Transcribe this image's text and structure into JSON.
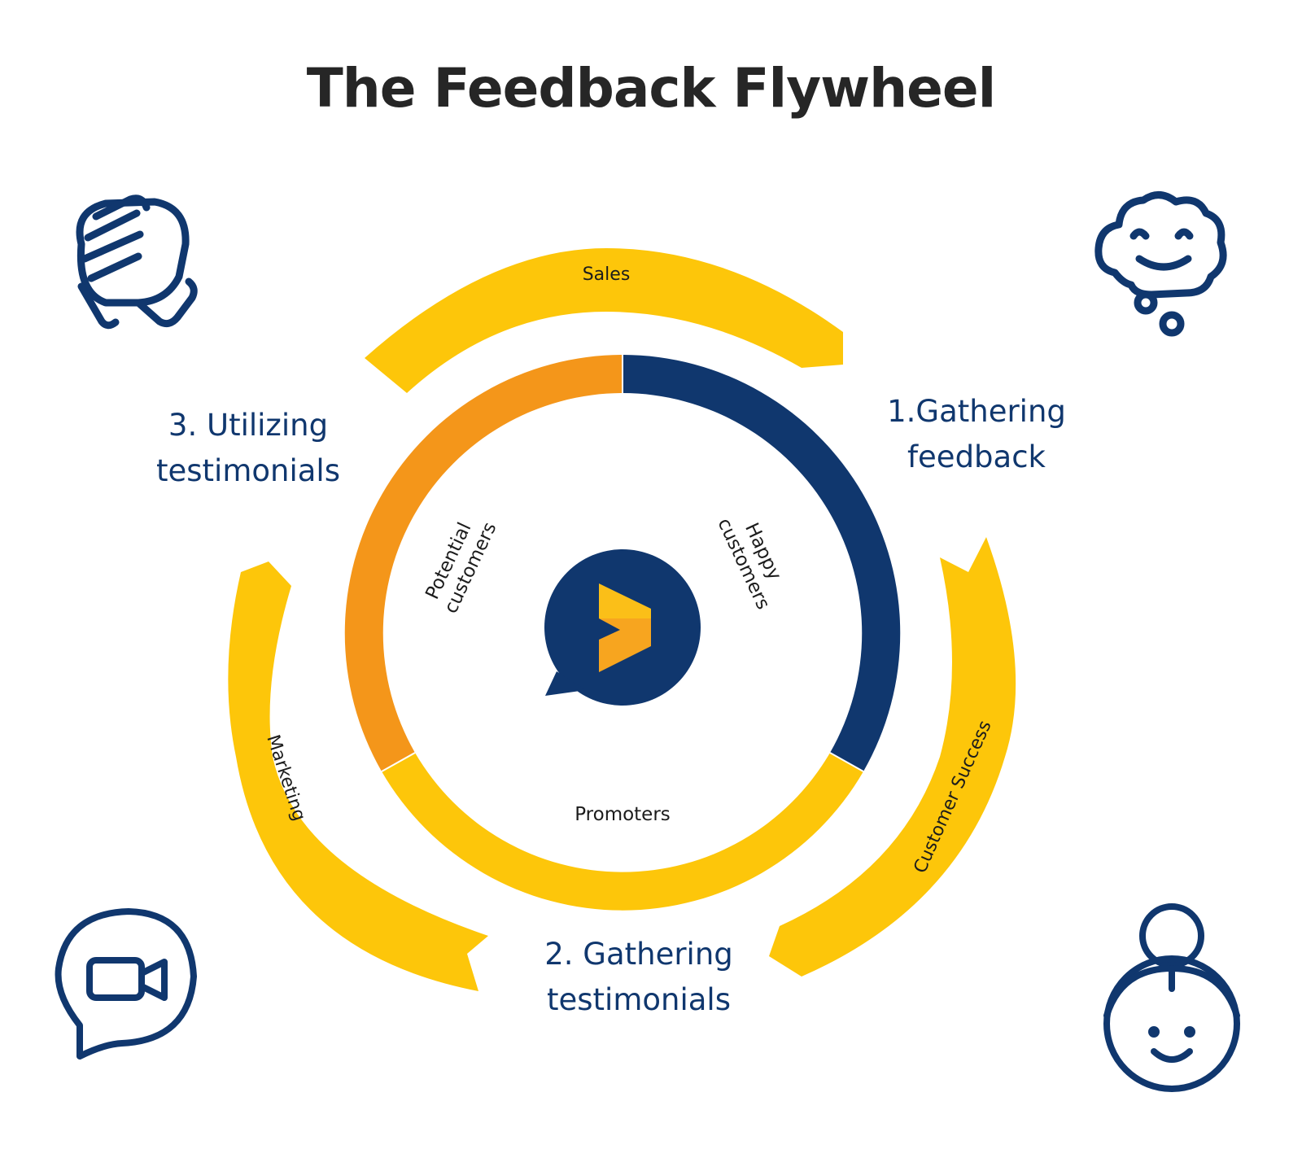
{
  "title": "The Feedback Flywheel",
  "steps": {
    "gathering_feedback": [
      "1.Gathering",
      "feedback"
    ],
    "gathering_testimonials": [
      "2. Gathering",
      "testimonials"
    ],
    "utilizing_testimonials": [
      "3. Utilizing",
      "testimonials"
    ]
  },
  "teams": {
    "sales": "Sales",
    "customer_success": "Customer Success",
    "marketing": "Marketing"
  },
  "ring": {
    "happy": [
      "Happy",
      "customers"
    ],
    "promoters": "Promoters",
    "potential": [
      "Potential",
      "customers"
    ]
  },
  "colors": {
    "navy": "#10376e",
    "orange": "#f4961a",
    "yellow": "#fdc60a",
    "text_dark": "#262626",
    "logo_light": "#fbbf18",
    "logo_dark": "#f7a51f"
  },
  "icons": [
    "handshake-icon",
    "happy-thought-icon",
    "video-chat-icon",
    "woman-face-icon",
    "logo-icon"
  ]
}
